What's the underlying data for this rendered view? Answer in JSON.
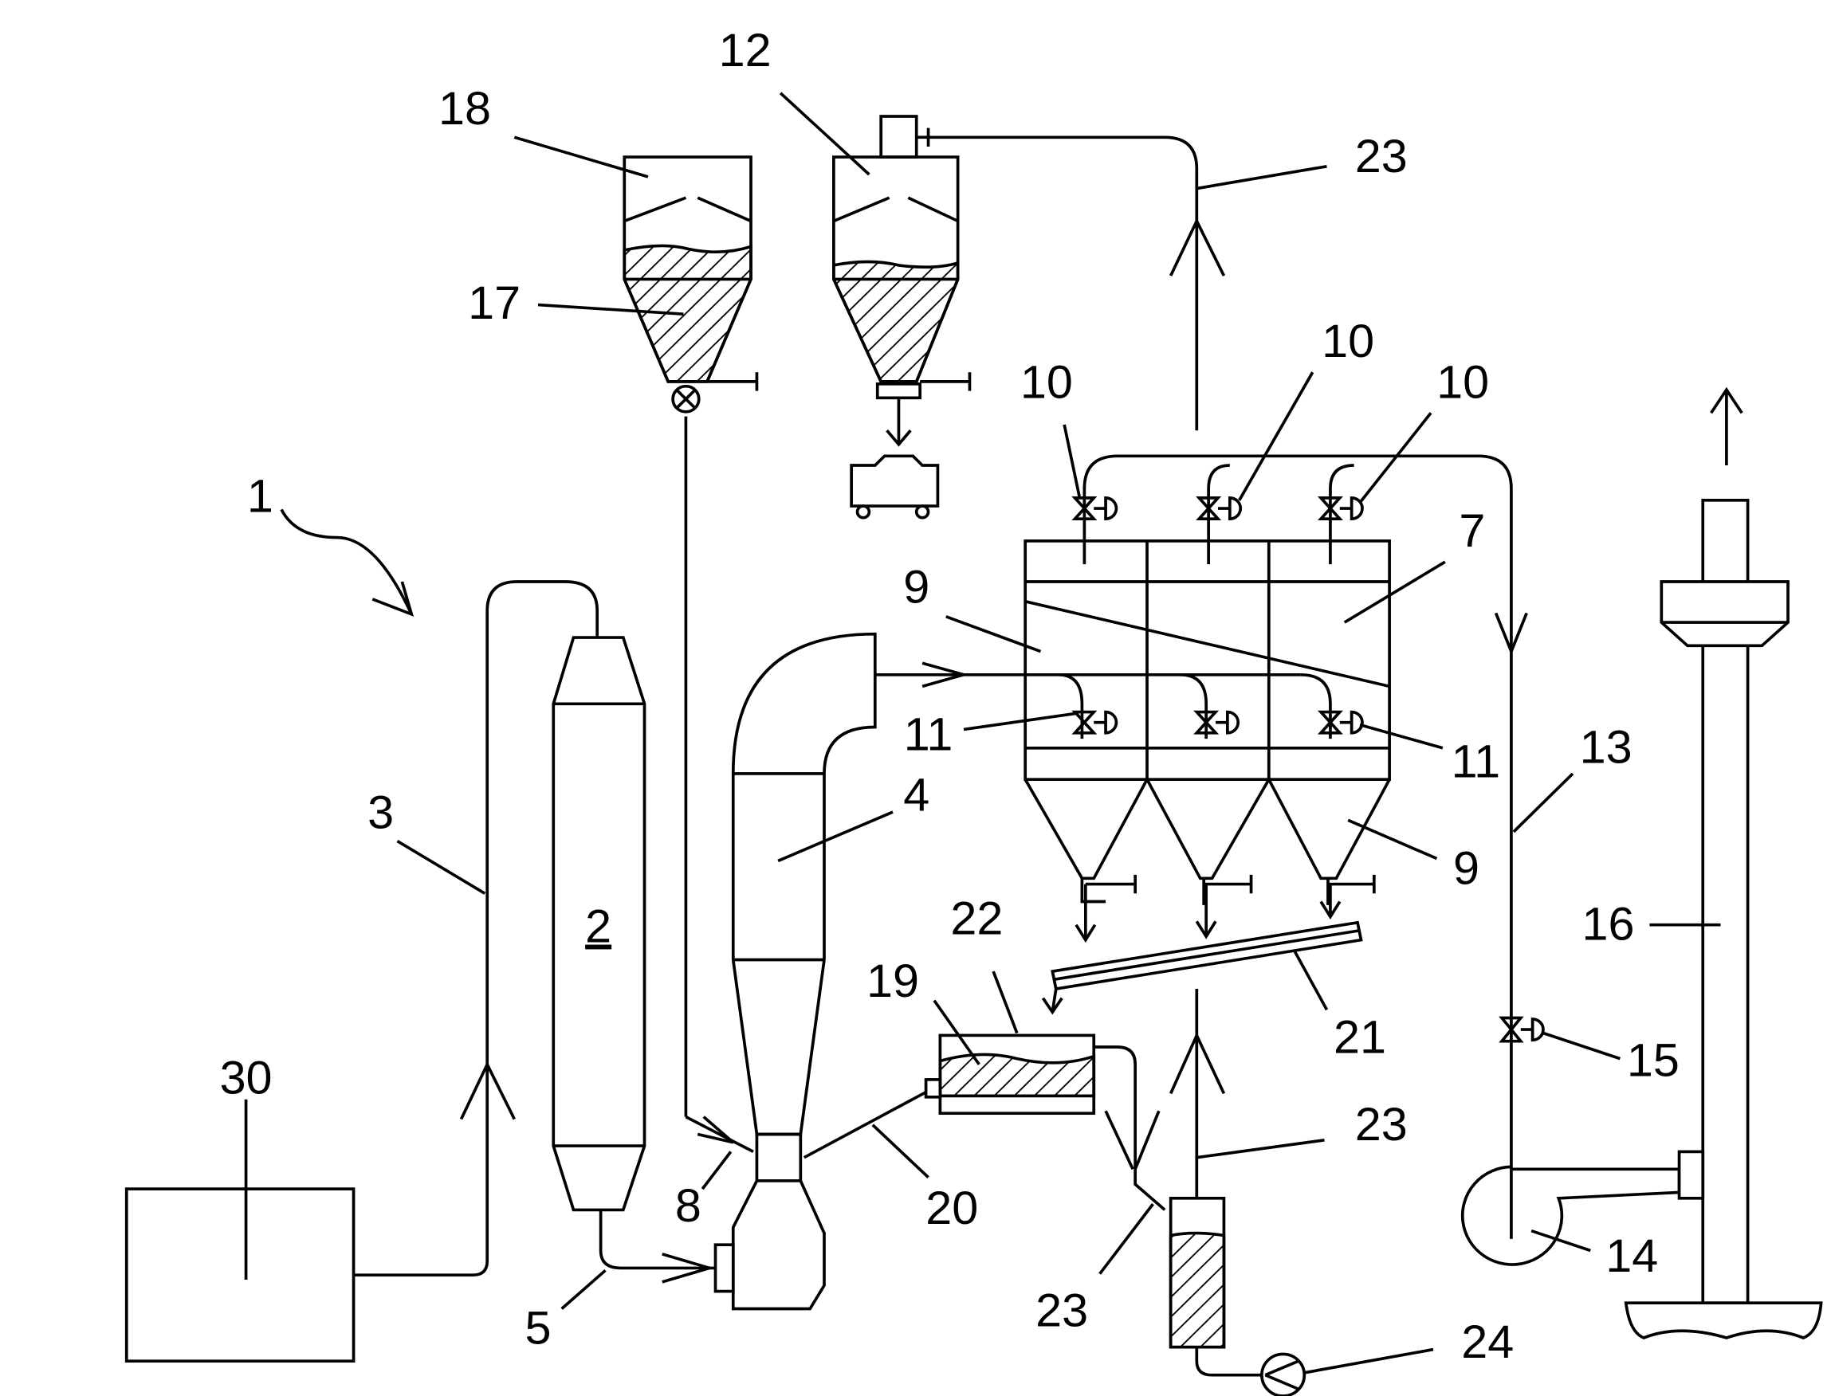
{
  "labels": {
    "plant": "1",
    "vessel": "2",
    "pipe_3": "3",
    "reactor": "4",
    "pipe_5": "5",
    "filter": "7",
    "inlet_8": "8",
    "chamber_9a": "9",
    "chamber_9b": "9",
    "valve_10a": "10",
    "valve_10b": "10",
    "valve_10c": "10",
    "valve_11a": "11",
    "valve_11b": "11",
    "silo_12": "12",
    "duct_13": "13",
    "fan_14": "14",
    "valve_15": "15",
    "stack_16": "16",
    "material_17": "17",
    "silo_18": "18",
    "tank_19": "19",
    "line_20": "20",
    "conveyor_21": "21",
    "tank_22": "22",
    "line_23a": "23",
    "line_23b": "23",
    "line_23c": "23",
    "pump_24": "24",
    "source_30": "30"
  }
}
